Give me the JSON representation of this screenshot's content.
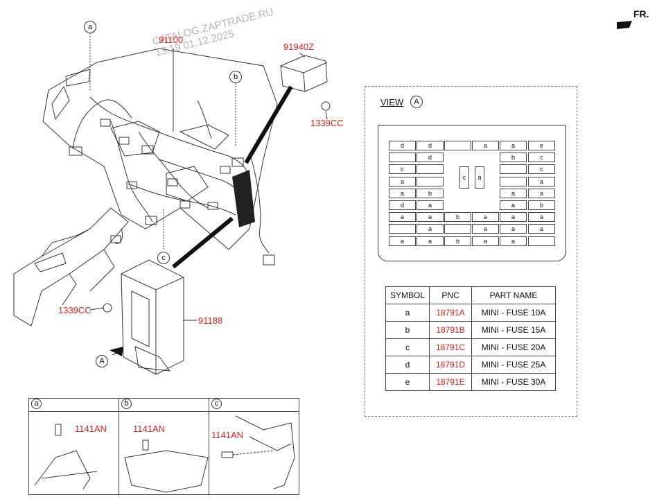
{
  "direction_label": "FR.",
  "watermark": {
    "line1": "CATALOG.ZAPTRADE.RU",
    "line2": "13.19 01.12.2025"
  },
  "main_labels": {
    "harness": "91100",
    "module": "91940Z",
    "nut_right": "1339CC",
    "nut_left": "1339CC",
    "junction_box": "91188"
  },
  "callouts": {
    "a": "a",
    "b": "b",
    "c": "c",
    "view_arrow": "A"
  },
  "view": {
    "title": "VIEW",
    "marker": "A",
    "fuse_rows": [
      [
        "d",
        "d",
        "",
        "a",
        "a",
        "e"
      ],
      [
        "",
        "d",
        "",
        "",
        "b",
        "c"
      ],
      [
        "c",
        "",
        "",
        "",
        "",
        "c"
      ],
      [
        "a",
        "",
        "",
        "",
        "",
        "a"
      ],
      [
        "a",
        "b",
        "",
        "",
        "a",
        "a"
      ],
      [
        "d",
        "a",
        "",
        "",
        "a",
        "b"
      ],
      [
        "a",
        "a",
        "b",
        "a",
        "a",
        "a"
      ],
      [
        "",
        "a",
        "",
        "a",
        "a",
        "a"
      ],
      [
        "a",
        "a",
        "b",
        "a",
        "a",
        ""
      ]
    ],
    "center_fuses": [
      "c",
      "a"
    ]
  },
  "symbol_table": {
    "headers": [
      "SYMBOL",
      "PNC",
      "PART NAME"
    ],
    "rows": [
      {
        "symbol": "a",
        "pnc": "18791A",
        "name": "MINI - FUSE 10A"
      },
      {
        "symbol": "b",
        "pnc": "18791B",
        "name": "MINI - FUSE 15A"
      },
      {
        "symbol": "c",
        "pnc": "18791C",
        "name": "MINI - FUSE 20A"
      },
      {
        "symbol": "d",
        "pnc": "18791D",
        "name": "MINI - FUSE 25A"
      },
      {
        "symbol": "e",
        "pnc": "18791E",
        "name": "MINI - FUSE 30A"
      }
    ]
  },
  "details": [
    {
      "key": "a",
      "part": "1141AN"
    },
    {
      "key": "b",
      "part": "1141AN"
    },
    {
      "key": "c",
      "part": "1141AN"
    }
  ]
}
